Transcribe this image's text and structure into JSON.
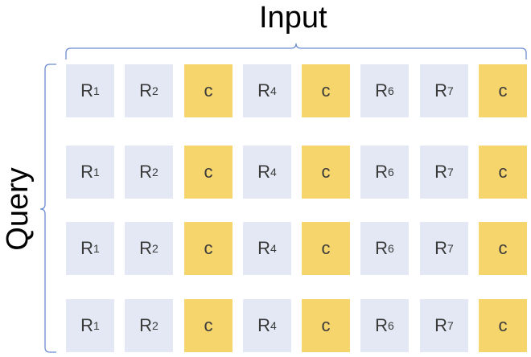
{
  "input_label": "Input",
  "query_label": "Query",
  "colors": {
    "r_cell": "#e3e8f4",
    "c_cell": "#f5d56c",
    "brace": "#6b8ccf"
  },
  "rows": [
    [
      {
        "kind": "r",
        "base": "R",
        "sub": "1"
      },
      {
        "kind": "r",
        "base": "R",
        "sub": "2"
      },
      {
        "kind": "c",
        "base": "c",
        "sub": ""
      },
      {
        "kind": "r",
        "base": "R",
        "sub": "4"
      },
      {
        "kind": "c",
        "base": "c",
        "sub": ""
      },
      {
        "kind": "r",
        "base": "R",
        "sub": "6"
      },
      {
        "kind": "r",
        "base": "R",
        "sub": "7"
      },
      {
        "kind": "c",
        "base": "c",
        "sub": ""
      }
    ],
    [
      {
        "kind": "r",
        "base": "R",
        "sub": "1"
      },
      {
        "kind": "r",
        "base": "R",
        "sub": "2"
      },
      {
        "kind": "c",
        "base": "c",
        "sub": ""
      },
      {
        "kind": "r",
        "base": "R",
        "sub": "4"
      },
      {
        "kind": "c",
        "base": "c",
        "sub": ""
      },
      {
        "kind": "r",
        "base": "R",
        "sub": "6"
      },
      {
        "kind": "r",
        "base": "R",
        "sub": "7"
      },
      {
        "kind": "c",
        "base": "c",
        "sub": ""
      }
    ],
    [
      {
        "kind": "r",
        "base": "R",
        "sub": "1"
      },
      {
        "kind": "r",
        "base": "R",
        "sub": "2"
      },
      {
        "kind": "c",
        "base": "c",
        "sub": ""
      },
      {
        "kind": "r",
        "base": "R",
        "sub": "4"
      },
      {
        "kind": "c",
        "base": "c",
        "sub": ""
      },
      {
        "kind": "r",
        "base": "R",
        "sub": "6"
      },
      {
        "kind": "r",
        "base": "R",
        "sub": "7"
      },
      {
        "kind": "c",
        "base": "c",
        "sub": ""
      }
    ],
    [
      {
        "kind": "r",
        "base": "R",
        "sub": "1"
      },
      {
        "kind": "r",
        "base": "R",
        "sub": "2"
      },
      {
        "kind": "c",
        "base": "c",
        "sub": ""
      },
      {
        "kind": "r",
        "base": "R",
        "sub": "4"
      },
      {
        "kind": "c",
        "base": "c",
        "sub": ""
      },
      {
        "kind": "r",
        "base": "R",
        "sub": "6"
      },
      {
        "kind": "r",
        "base": "R",
        "sub": "7"
      },
      {
        "kind": "c",
        "base": "c",
        "sub": ""
      }
    ]
  ]
}
